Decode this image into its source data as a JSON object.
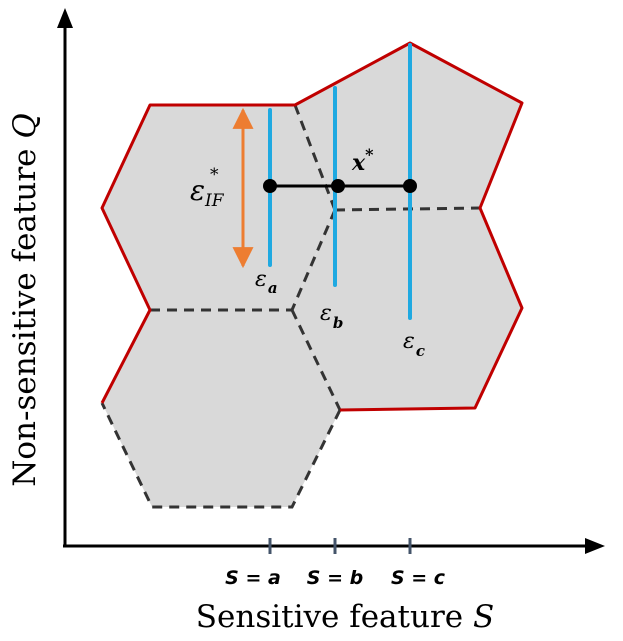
{
  "axes": {
    "x_title": "Sensitive feature ",
    "x_symbol": "S",
    "y_title": "Non-sensitive feature ",
    "y_symbol": "Q"
  },
  "ticks": [
    "S = a",
    "S = b",
    "S = c"
  ],
  "epsilons": {
    "a": {
      "base": "ε",
      "sub": "a"
    },
    "b": {
      "base": "ε",
      "sub": "b"
    },
    "c": {
      "base": "ε",
      "sub": "c"
    }
  },
  "x_star": {
    "base": "x",
    "sup": "*"
  },
  "eps_if": {
    "base": "ε",
    "sup": "*",
    "sub": "IF"
  },
  "colors": {
    "cell_fill": "#d9d9d9",
    "boundary_red": "#c00000",
    "dashed": "#333333",
    "cyan_line": "#1fa9e1",
    "orange_arrow": "#ed7d31",
    "axis": "#000000",
    "tick": "#44546a"
  }
}
